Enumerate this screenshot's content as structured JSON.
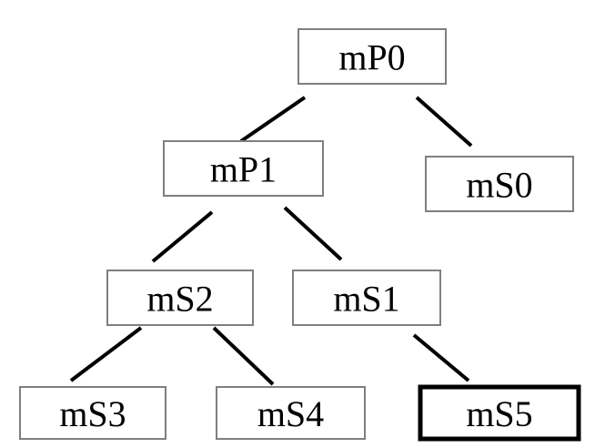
{
  "tree": {
    "nodes": [
      {
        "id": "mP0",
        "label": "mP0",
        "highlighted": false
      },
      {
        "id": "mP1",
        "label": "mP1",
        "highlighted": false
      },
      {
        "id": "mS0",
        "label": "mS0",
        "highlighted": false
      },
      {
        "id": "mS2",
        "label": "mS2",
        "highlighted": false
      },
      {
        "id": "mS1",
        "label": "mS1",
        "highlighted": false
      },
      {
        "id": "mS3",
        "label": "mS3",
        "highlighted": false
      },
      {
        "id": "mS4",
        "label": "mS4",
        "highlighted": false
      },
      {
        "id": "mS5",
        "label": "mS5",
        "highlighted": true
      }
    ],
    "edges": [
      {
        "from": "mP0",
        "to": "mP1"
      },
      {
        "from": "mP0",
        "to": "mS0"
      },
      {
        "from": "mP1",
        "to": "mS2"
      },
      {
        "from": "mP1",
        "to": "mS1"
      },
      {
        "from": "mS2",
        "to": "mS3"
      },
      {
        "from": "mS2",
        "to": "mS4"
      },
      {
        "from": "mS1",
        "to": "mS5"
      }
    ],
    "colors": {
      "box_border": "#7f7f7f",
      "highlight_border": "#000000",
      "edge": "#000000",
      "text": "#000000"
    }
  }
}
